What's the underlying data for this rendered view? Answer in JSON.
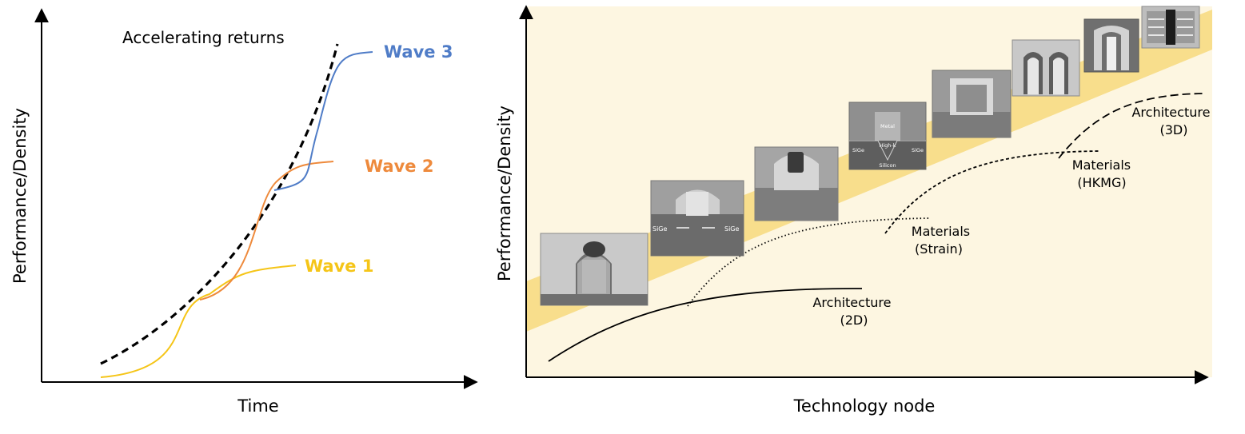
{
  "left_panel": {
    "y_axis_label": "Performance/Density",
    "x_axis_label": "Time",
    "annotation": "Accelerating returns",
    "waves": [
      {
        "label": "Wave 1",
        "color": "#f5c518"
      },
      {
        "label": "Wave 2",
        "color": "#ee8a3c"
      },
      {
        "label": "Wave 3",
        "color": "#4f7cc7"
      }
    ]
  },
  "right_panel": {
    "y_axis_label": "Performance/Density",
    "x_axis_label": "Technology node",
    "background_color": "#fdf6e1",
    "band_color": "#f8de8c",
    "curves": [
      {
        "label_line1": "Architecture",
        "label_line2": "(2D)",
        "style": "solid"
      },
      {
        "label_line1": "Materials",
        "label_line2": "(Strain)",
        "style": "dotted"
      },
      {
        "label_line1": "Materials",
        "label_line2": "(HKMG)",
        "style": "dashed-short"
      },
      {
        "label_line1": "Architecture",
        "label_line2": "(3D)",
        "style": "dashed-long"
      }
    ],
    "micrograph_labels": {
      "sige_left": "SiGe",
      "sige_right": "SiGe",
      "metal": "Metal",
      "high_k": "High-k",
      "silicon": "Silicon"
    }
  }
}
